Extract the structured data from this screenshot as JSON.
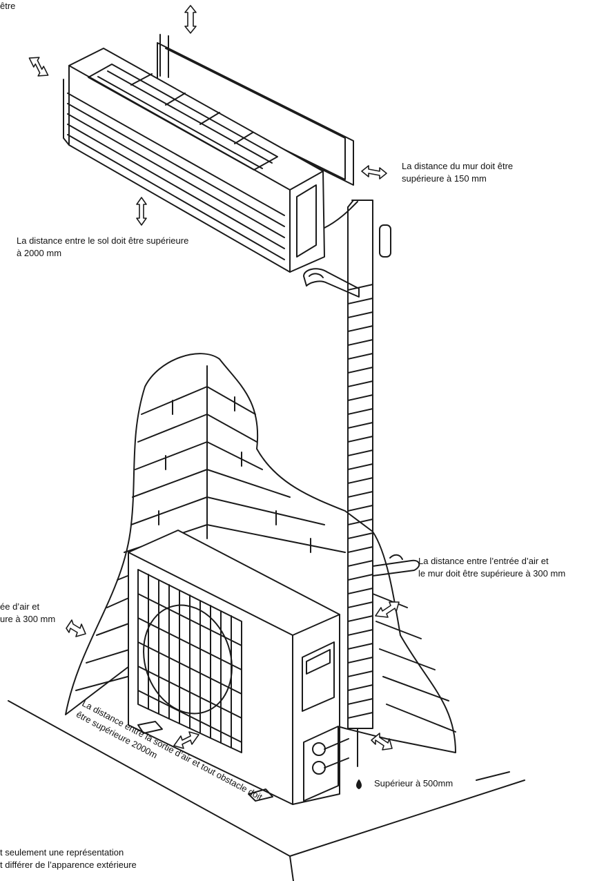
{
  "labels": {
    "top_left_fragment": "être",
    "wall_distance": [
      "La distance du mur doit être",
      "supérieure à 150 mm"
    ],
    "floor_distance": [
      "La distance entre le sol doit être supérieure",
      "à 2000 mm"
    ],
    "air_inlet_right": [
      "La distance entre l’entrée d’air et",
      "le mur doit être supérieure à 300 mm"
    ],
    "air_inlet_left_fragment": [
      "ée d’air et",
      "ure à 300 mm"
    ],
    "air_outlet": [
      "La distance entre la sortie d’air et tout obstacle doit",
      "être supérieure 2000m"
    ],
    "above_500": "Supérieur à 500mm",
    "disclaimer_fragment": [
      "t seulement une représentation",
      "t différer de l’apparence extérieure"
    ]
  },
  "colors": {
    "line": "#1a1a1a",
    "background": "#ffffff"
  }
}
